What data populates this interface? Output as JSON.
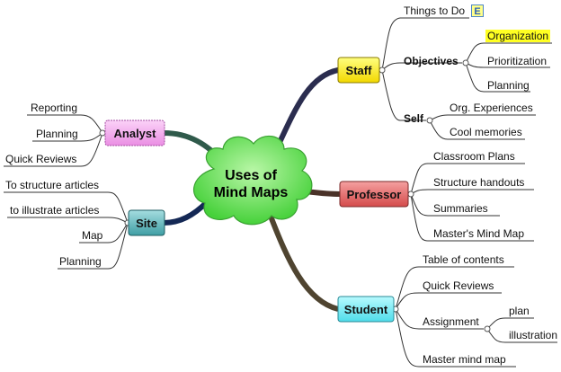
{
  "center": {
    "line1": "Uses of",
    "line2": "Mind Maps"
  },
  "branches": {
    "staff": {
      "label": "Staff",
      "things_to_do": "Things to Do",
      "e_icon": "E",
      "objectives": "Objectives",
      "organization": "Organization",
      "prioritization": "Prioritization",
      "planning": "Planning",
      "self": "Self",
      "org_experiences": "Org. Experiences",
      "cool_memories": "Cool memories"
    },
    "professor": {
      "label": "Professor",
      "classroom_plans": "Classroom Plans",
      "structure_handouts": "Structure handouts",
      "summaries": "Summaries",
      "masters_mind_map": "Master's Mind Map"
    },
    "student": {
      "label": "Student",
      "table_of_contents": "Table of contents",
      "quick_reviews": "Quick Reviews",
      "assignment": "Assignment",
      "plan": "plan",
      "illustration": "illustration",
      "master_mind_map": "Master mind map"
    },
    "analyst": {
      "label": "Analyst",
      "reporting": "Reporting",
      "planning": "Planning",
      "quick_reviews": "Quick Reviews"
    },
    "site": {
      "label": "Site",
      "to_structure_articles": "To structure articles",
      "to_illustrate_articles": "to illustrate articles",
      "map": "Map",
      "planning": "Planning"
    }
  },
  "colors": {
    "staff": "#ffee22",
    "professor": "#e06a6a",
    "student": "#6fe7f2",
    "analyst": "#f5a8f0",
    "site": "#56aeb3",
    "cloud": "#72e45a",
    "highlight": "#ffff22"
  }
}
